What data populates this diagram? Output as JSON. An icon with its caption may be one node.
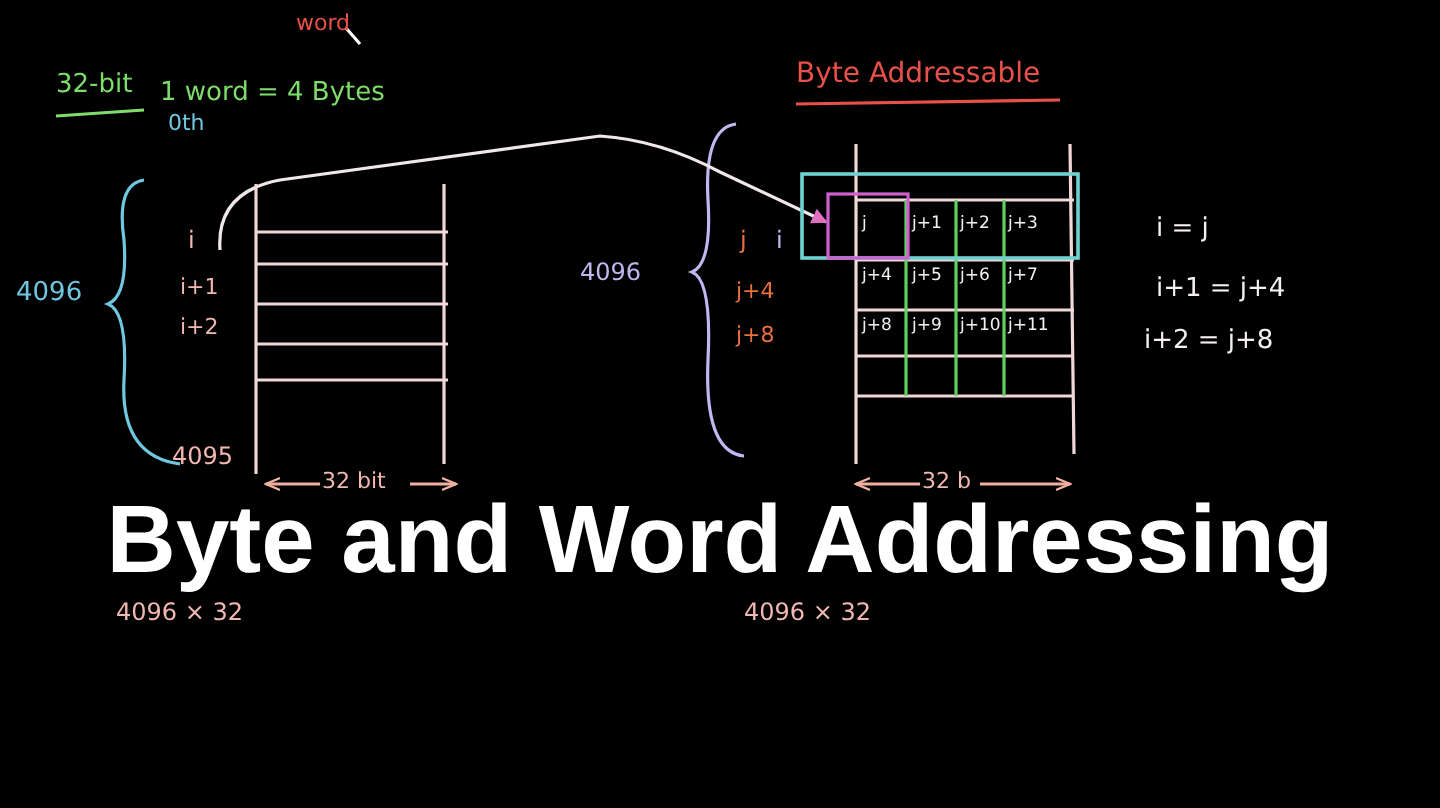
{
  "diagram": {
    "title": "Byte and Word Addressing",
    "nodes": [
      {
        "text": [],
        "shape": "box"
      },
      {
        "text": [],
        "shape": "box"
      },
      {
        "text": [],
        "shape": "box",
        "in": 1
      },
      {
        "text": [],
        "shape": "box",
        "in": 2
      }
    ],
    "edges": [
      {
        "from": 0,
        "to": 3,
        "arrow": "to"
      }
    ],
    "labels": [
      "32-bit",
      "word",
      "1 word = 4 Bytes",
      "0th",
      "Byte Addressable",
      "4096",
      "i",
      "i+1",
      "i+2",
      "4095",
      "4096",
      "j",
      "i",
      "j+4",
      "j+8",
      "j",
      "j+1",
      "j+2",
      "j+3",
      "j+4",
      "j+5",
      "j+6",
      "j+7",
      "j+8",
      "j+9",
      "j+10",
      "j+11",
      "i = j",
      "i+1 = j+4",
      "i+2 = j+8",
      "32 bit",
      "32 b",
      "4096 × 32",
      "4096 × 32"
    ]
  }
}
